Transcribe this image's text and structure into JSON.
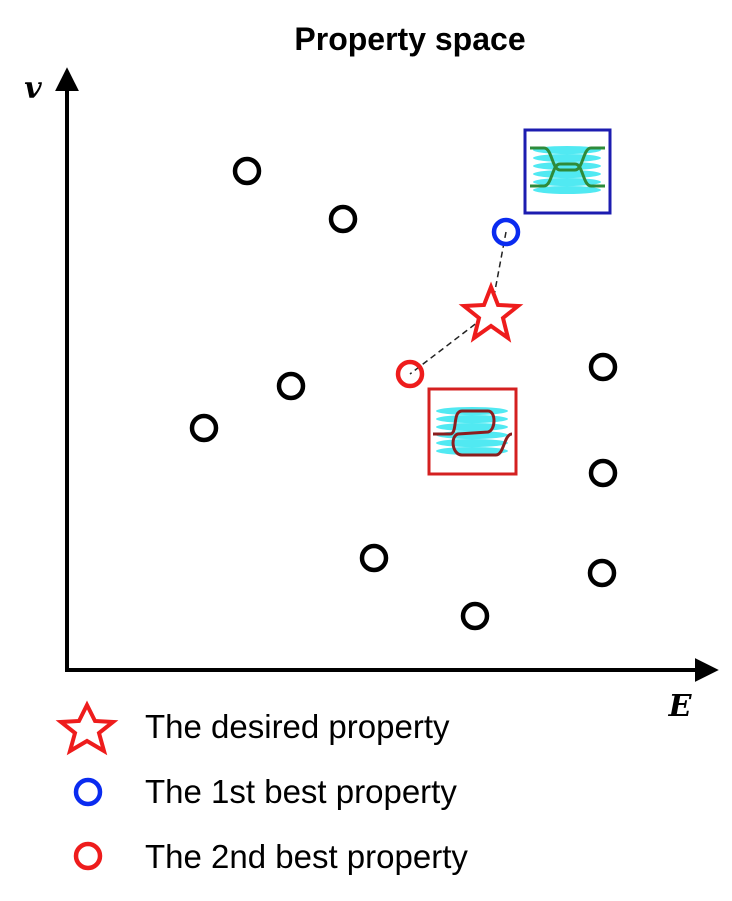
{
  "diagram": {
    "title": "Property space",
    "x_axis_label": "E",
    "y_axis_label": "v",
    "colors": {
      "neutral_point": "#000000",
      "best_1": "#0a2bf0",
      "best_2": "#ee1c1c",
      "desired": "#ee1c1c",
      "inset_1_frame": "#1c1cb0",
      "inset_2_frame": "#d42020",
      "inset_fill": "#33e6f0",
      "inset_1_fiber": "#2e8b3a",
      "inset_2_fiber": "#8b1e1e"
    },
    "markers": {
      "desired": "star",
      "best_1": "open-circle",
      "best_2": "open-circle",
      "neutral": "open-circle"
    },
    "legend": [
      {
        "marker": "star",
        "color": "#ee1c1c",
        "label": "The desired property"
      },
      {
        "marker": "circle",
        "color": "#0a2bf0",
        "label": "The 1st best property"
      },
      {
        "marker": "circle",
        "color": "#ee1c1c",
        "label": "The 2nd best property"
      }
    ]
  }
}
